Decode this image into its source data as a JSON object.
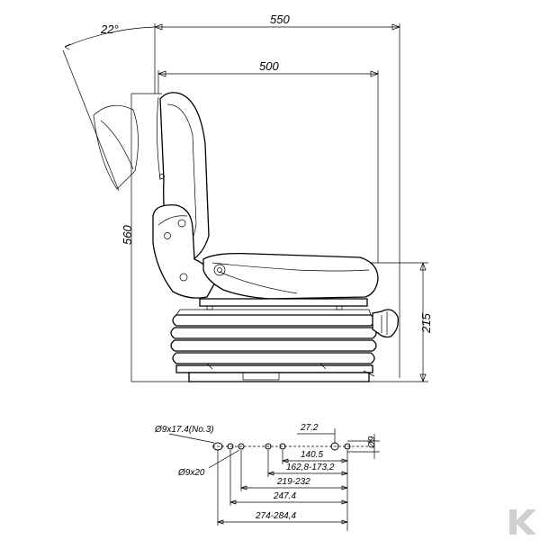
{
  "dimensions": {
    "angle": "22°",
    "overall_depth": "550",
    "seat_depth": "500",
    "overall_height": "560",
    "suspension_height": "215"
  },
  "mounting": {
    "slot_size": "Ø9x17.4(No.3)",
    "hole_size": "Ø9x20",
    "d_27_2": "27.2",
    "d_9": "Ø9",
    "d_140_5": "140.5",
    "d_162_8": "162,8-173,2",
    "d_219": "219-232",
    "d_247_4": "247.4",
    "d_274": "274-284,4"
  },
  "colors": {
    "line": "#000000",
    "background": "#ffffff",
    "logo": "#cfcfcf"
  },
  "icons": {
    "logo": "brand-k-logo-icon"
  }
}
